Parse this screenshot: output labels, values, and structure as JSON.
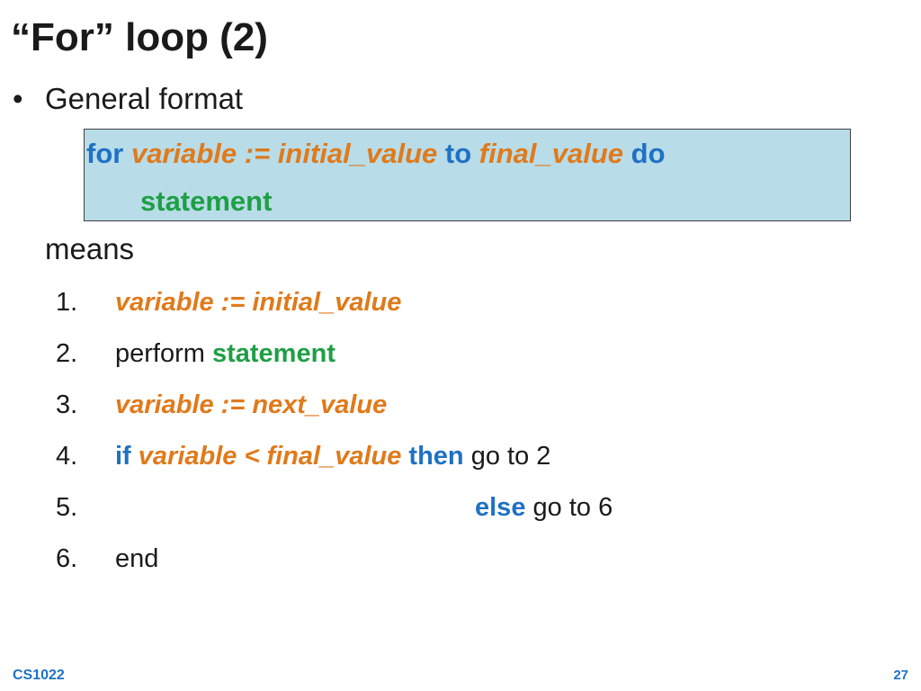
{
  "slide": {
    "title": "“For” loop (2)",
    "bullet_marker": "•",
    "bullet_text": "General format",
    "means": "means"
  },
  "code": {
    "kw_for": "for",
    "var_variable": "variable := initial_value",
    "kw_to": "to",
    "var_final": "final_value",
    "kw_do": "do",
    "stmt": "statement"
  },
  "steps": [
    {
      "num": "1.",
      "var": "variable := initial_value"
    },
    {
      "num": "2.",
      "text": "perform",
      "stmt": "statement"
    },
    {
      "num": "3.",
      "var": "variable := next_value"
    },
    {
      "num": "4.",
      "kw_if": "if",
      "var": "variable < final_value",
      "kw_then": "then",
      "text": "go to 2"
    },
    {
      "num": "5.",
      "kw_else": "else",
      "text": "go to 6"
    },
    {
      "num": "6.",
      "text": "end"
    }
  ],
  "footer": {
    "course": "CS1022",
    "page_number": "27"
  },
  "colors": {
    "keyword": "#1f71c3",
    "variable": "#e07a1b",
    "statement": "#1f9f45",
    "code_box_bg": "#b8dce8"
  }
}
